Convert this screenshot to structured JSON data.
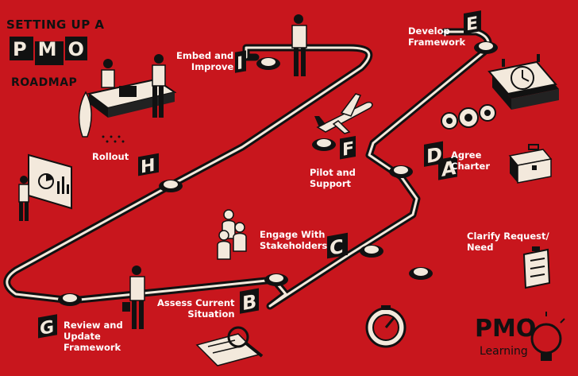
{
  "title": {
    "line1": "SETTING UP A",
    "line2": "PMO",
    "line3": "ROADMAP"
  },
  "steps": [
    {
      "letter": "A",
      "label": "Clarify Request/\nNeed"
    },
    {
      "letter": "B",
      "label": "Assess Current\nSituation"
    },
    {
      "letter": "C",
      "label": "Engage With\nStakeholders"
    },
    {
      "letter": "D",
      "label": "Agree\nCharter"
    },
    {
      "letter": "E",
      "label": "Develop\nFramework"
    },
    {
      "letter": "F",
      "label": "Pilot and\nSupport"
    },
    {
      "letter": "G",
      "label": "Review and\nUpdate\nFramework"
    },
    {
      "letter": "H",
      "label": "Rollout"
    },
    {
      "letter": "I",
      "label": "Embed and\nImprove"
    }
  ],
  "logo": {
    "main": "PMO",
    "sub": "Learning"
  },
  "colors": {
    "background": "#c8161d",
    "ink": "#111111",
    "cream": "#f3e9dc",
    "white": "#ffffff"
  },
  "icons": [
    "gears-icon",
    "clock-calendar-icon",
    "briefcase-icon",
    "checklist-icon",
    "speedometer-icon",
    "magnifier-document-icon",
    "airplane-icon",
    "presentation-board-icon",
    "office-desk-icon",
    "lightbulb-icon",
    "people-icon"
  ]
}
